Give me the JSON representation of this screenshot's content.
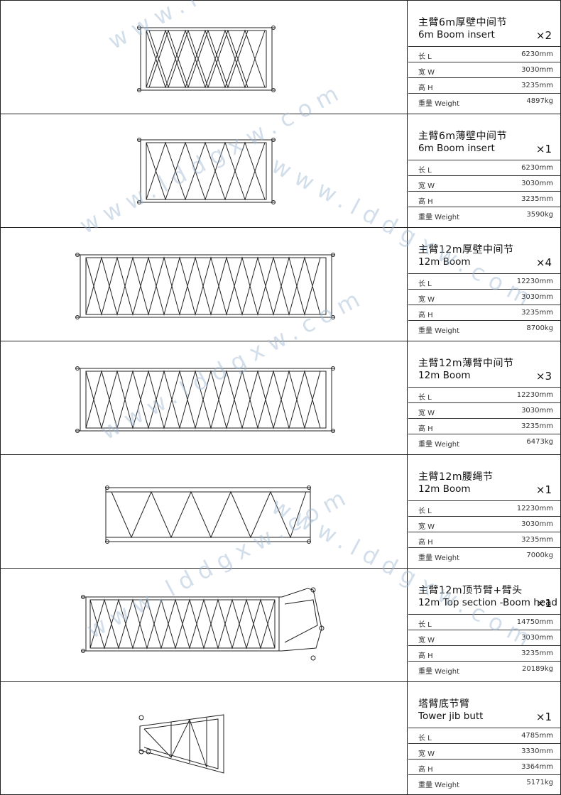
{
  "sections": [
    {
      "title_cn": "主臂6m厚壁中间节",
      "title_en": "6m Boom insert",
      "quantity": "×2",
      "specs": [
        {
          "label": "长 L",
          "value": "6230mm"
        },
        {
          "label": "宽 W",
          "value": "3030mm"
        },
        {
          "label": "高 H",
          "value": "3235mm"
        },
        {
          "label": "重量 Weight",
          "value": "4897kg"
        }
      ]
    },
    {
      "title_cn": "主臂6m薄壁中间节",
      "title_en": "6m Boom insert",
      "quantity": "×1",
      "specs": [
        {
          "label": "长 L",
          "value": "6230mm"
        },
        {
          "label": "宽 W",
          "value": "3030mm"
        },
        {
          "label": "高 H",
          "value": "3235mm"
        },
        {
          "label": "重量 Weight",
          "value": "3590kg"
        }
      ]
    },
    {
      "title_cn": "主臂12m厚壁中间节",
      "title_en": "12m Boom",
      "quantity": "×4",
      "specs": [
        {
          "label": "长 L",
          "value": "12230mm"
        },
        {
          "label": "宽 W",
          "value": "3030mm"
        },
        {
          "label": "高 H",
          "value": "3235mm"
        },
        {
          "label": "重量 Weight",
          "value": "8700kg"
        }
      ]
    },
    {
      "title_cn": "主臂12m薄臂中间节",
      "title_en": "12m Boom",
      "quantity": "×3",
      "specs": [
        {
          "label": "长 L",
          "value": "12230mm"
        },
        {
          "label": "宽 W",
          "value": "3030mm"
        },
        {
          "label": "高 H",
          "value": "3235mm"
        },
        {
          "label": "重量 Weight",
          "value": "6473kg"
        }
      ]
    },
    {
      "title_cn": "主臂12m腰绳节",
      "title_en": "12m Boom",
      "quantity": "×1",
      "specs": [
        {
          "label": "长 L",
          "value": "12230mm"
        },
        {
          "label": "宽 W",
          "value": "3030mm"
        },
        {
          "label": "高 H",
          "value": "3235mm"
        },
        {
          "label": "重量 Weight",
          "value": "7000kg"
        }
      ]
    },
    {
      "title_cn": "主臂12m顶节臂+臂头",
      "title_en": "12m Top section -Boom head",
      "quantity": "×1",
      "specs": [
        {
          "label": "长 L",
          "value": "14750mm"
        },
        {
          "label": "宽 W",
          "value": "3030mm"
        },
        {
          "label": "高 H",
          "value": "3235mm"
        },
        {
          "label": "重量 Weight",
          "value": "20189kg"
        }
      ]
    },
    {
      "title_cn": "塔臂底节臂",
      "title_en": "Tower jib butt",
      "quantity": "×1",
      "specs": [
        {
          "label": "长 L",
          "value": "4785mm"
        },
        {
          "label": "宽 W",
          "value": "3330mm"
        },
        {
          "label": "高 H",
          "value": "3364mm"
        },
        {
          "label": "重量 Weight",
          "value": "5171kg"
        }
      ]
    }
  ],
  "watermark": "www.lddgxw.com"
}
